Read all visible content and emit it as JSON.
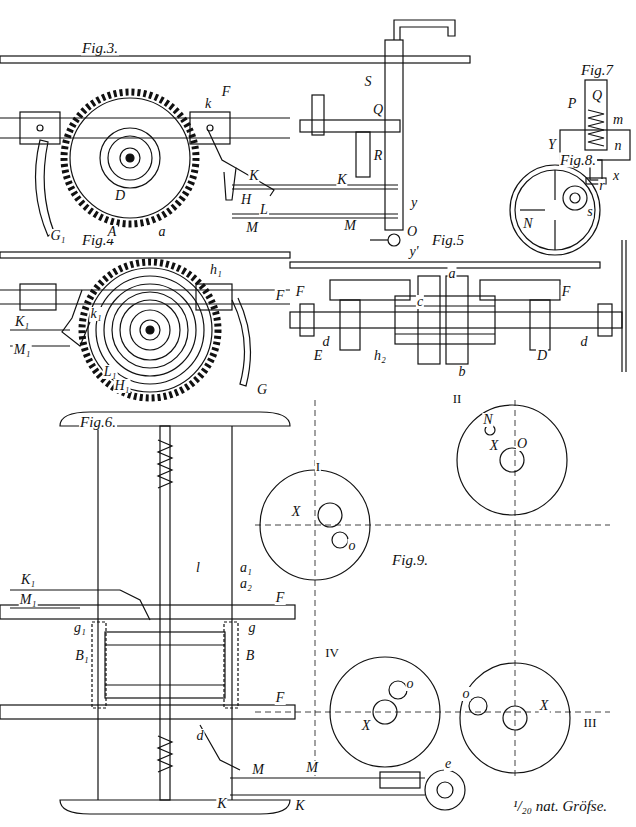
{
  "diagram": {
    "labels": [
      "Fig.3.",
      "Fig.4",
      "Fig.5",
      "Fig.6.",
      "Fig.7",
      "Fig.8.",
      "Fig.9.",
      "¹/₂₀ nat. Gröfse.",
      "I",
      "II",
      "III",
      "IV",
      "F",
      "G₁",
      "D",
      "A",
      "a",
      "k",
      "H",
      "L",
      "K",
      "M",
      "K",
      "M",
      "Q",
      "R",
      "S",
      "y",
      "O",
      "y'",
      "Q",
      "P",
      "m",
      "n",
      "Y",
      "x",
      "N",
      "r",
      "s",
      "h₁",
      "F",
      "G",
      "K₁",
      "M₁",
      "L₁",
      "H₁",
      "k₁",
      "F",
      "F",
      "a",
      "d",
      "d",
      "E",
      "h₂",
      "b",
      "D",
      "c",
      "K₁",
      "M₁",
      "a₁",
      "a₂",
      "l",
      "B₁",
      "B",
      "g",
      "g₁",
      "F",
      "F",
      "d",
      "M",
      "K",
      "M",
      "K",
      "e",
      "X",
      "o",
      "N",
      "X",
      "O",
      "o",
      "X",
      "o",
      "X"
    ]
  }
}
